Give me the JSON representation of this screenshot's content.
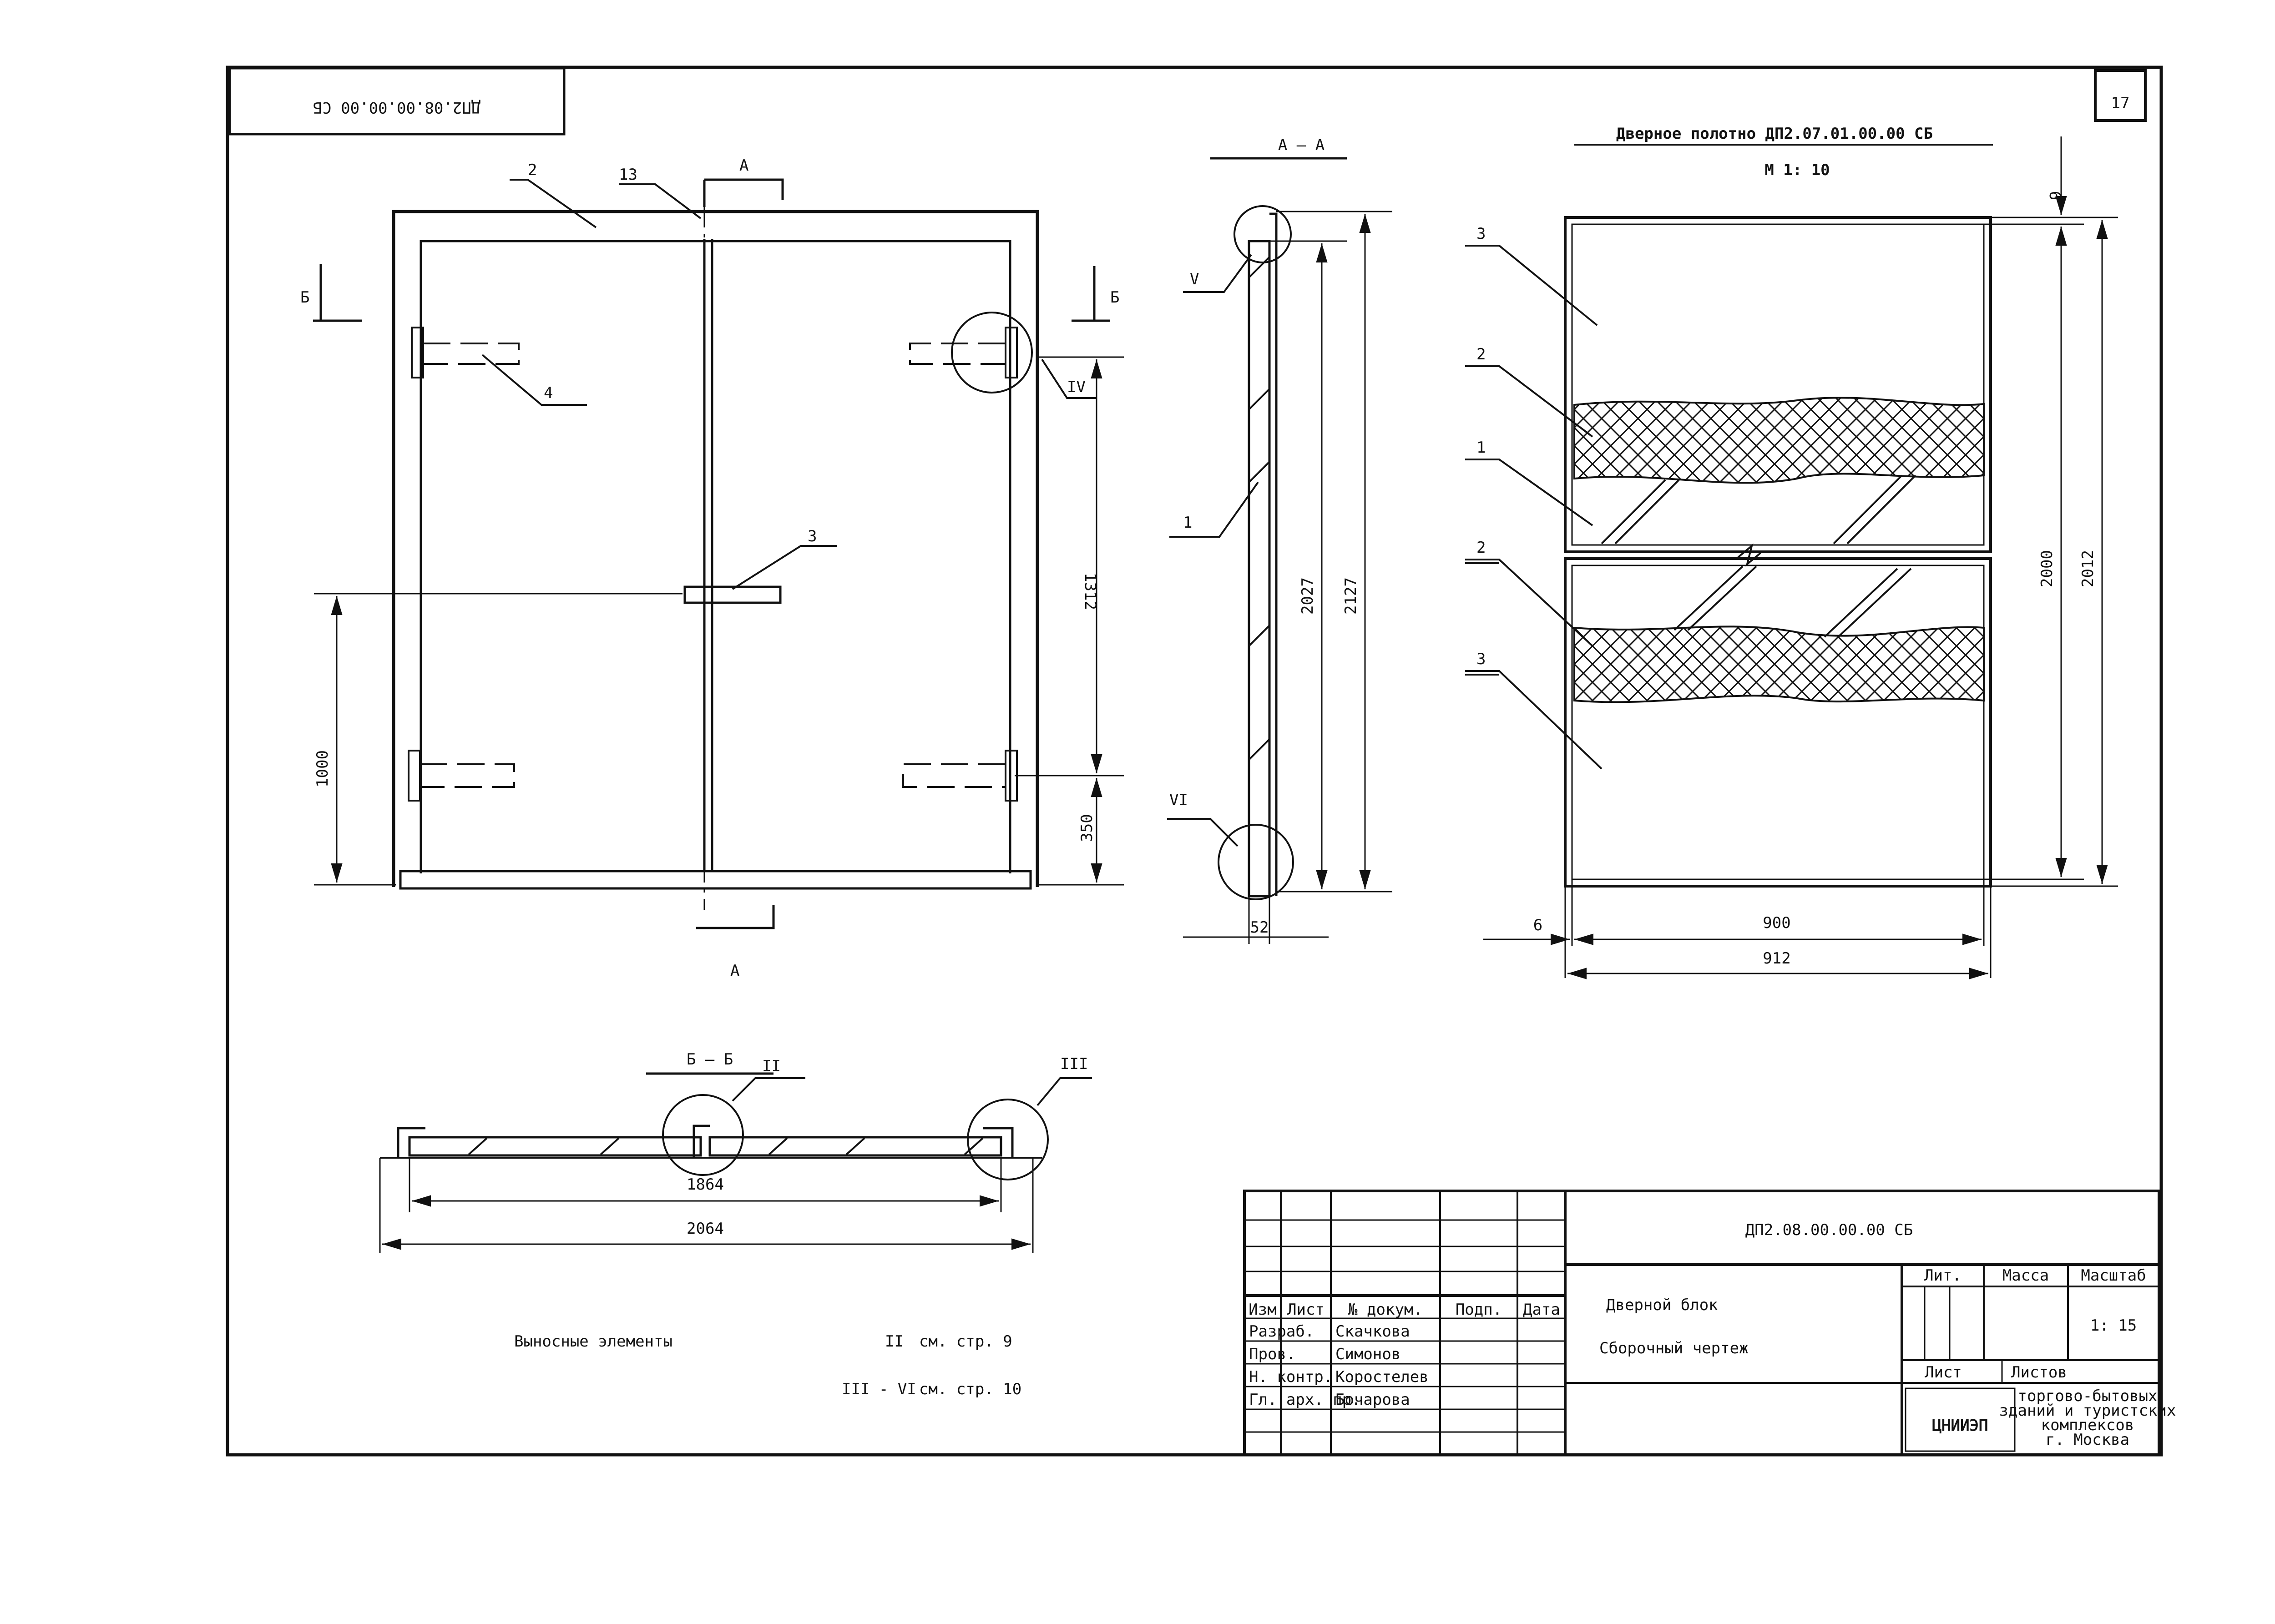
{
  "sheet": {
    "number": "17",
    "top_code_mirrored": "ДП2.08.00.00.00 СБ"
  },
  "front_view": {
    "section_a": "А",
    "section_b": "Б",
    "callouts": {
      "c2": "2",
      "c13": "13",
      "c4": "4",
      "c3": "3",
      "c4r": "IV"
    },
    "dims": {
      "d1000": "1000",
      "d1312": "1312",
      "d350": "350"
    }
  },
  "section_aa": {
    "title": "А – А",
    "callouts": {
      "c5": "V",
      "c1": "1",
      "c6": "VI"
    },
    "dims": {
      "d2027": "2027",
      "d2127": "2127",
      "d52": "52"
    }
  },
  "door_leaf": {
    "title": "Дверное полотно ДП2.07.01.00.00 СБ",
    "scale": "М 1: 10",
    "callouts": {
      "c3a": "3",
      "c2a": "2",
      "c1": "1",
      "c2b": "2",
      "c3b": "3"
    },
    "dims": {
      "d6top": "6",
      "d2000": "2000",
      "d2012": "2012",
      "d6left": "6",
      "d900": "900",
      "d912": "912"
    }
  },
  "section_bb": {
    "title": "Б – Б",
    "callouts": {
      "c2": "II",
      "c3": "III"
    },
    "dims": {
      "d1864": "1864",
      "d2064": "2064"
    }
  },
  "notes": {
    "line1": "Выносные элементы",
    "line1_ref": "II",
    "line1_tail": "см. стр. 9",
    "line2_ref": "III - VI",
    "line2_tail": "см. стр. 10"
  },
  "title_block": {
    "doc_code": "ДП2.08.00.00.00 СБ",
    "title_line1": "Дверной блок",
    "title_line2": "Сборочный чертеж",
    "headers": {
      "izm": "Изм",
      "list": "Лист",
      "ndoc": "№ докум.",
      "podp": "Подп.",
      "data": "Дата"
    },
    "roles": [
      {
        "role": "Разраб.",
        "name": "Скачкова"
      },
      {
        "role": "Пров.",
        "name": "Симонов"
      },
      {
        "role": "Н. контр.",
        "name": "Коростелев"
      },
      {
        "role": "Гл. арх. пр.",
        "name": "Бочарова"
      }
    ],
    "lit": "Лит.",
    "massa": "Масса",
    "masshtab": "Масштаб",
    "scale_value": "1: 15",
    "sheet": "Лист",
    "sheets": "Листов",
    "org_logo": "ЦНИИЭП",
    "org_line1": "торгово-бытовых",
    "org_line2": "зданий и туристских",
    "org_line3": "комплексов",
    "org_line4": "г. Москва"
  }
}
